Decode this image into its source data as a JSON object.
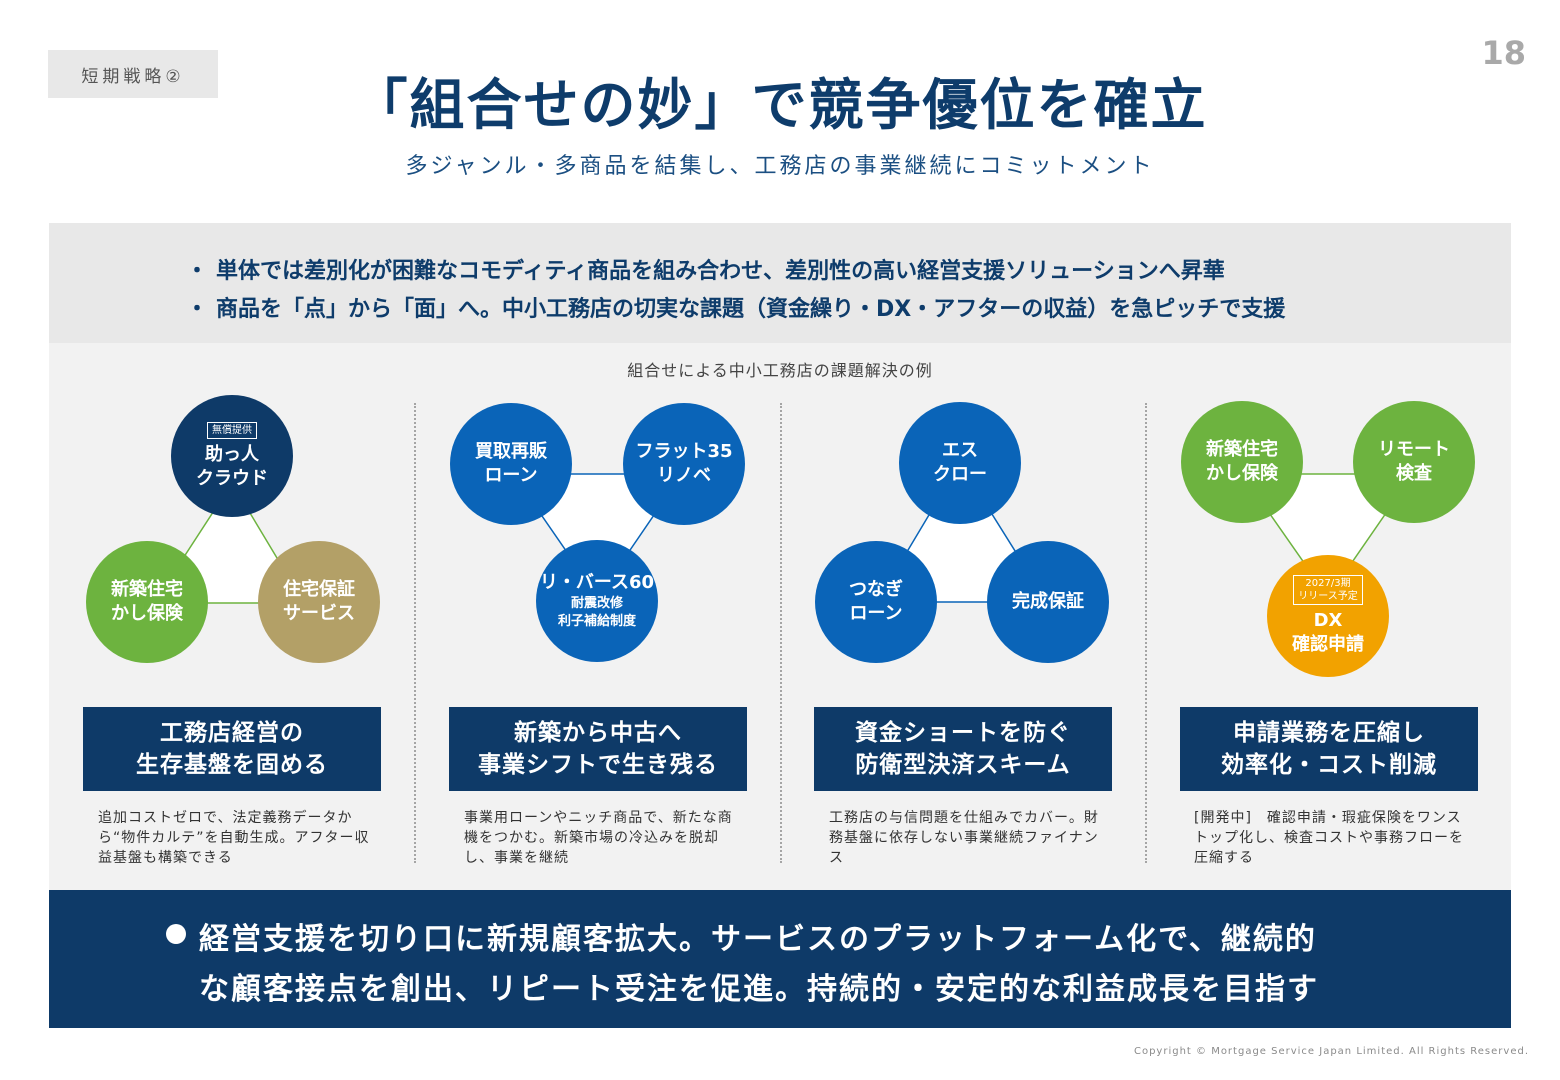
{
  "header": {
    "tag": "短期戦略②",
    "page_number": "18",
    "title": "「組合せの妙」で競争優位を確立",
    "subtitle": "多ジャンル・多商品を結集し、工務店の事業継続にコミットメント"
  },
  "bullets": [
    "単体では差別化が困難なコモディティ商品を組み合わせ、差別性の高い経営支援ソリューションへ昇華",
    "商品を「点」から「面」へ。中小工務店の切実な課題（資金繰り・DX・アフターの収益）を急ピッチで支援"
  ],
  "bullet_symbol": "・",
  "examples_caption": "組合せによる中小工務店の課題解決の例",
  "columns": [
    {
      "nodes": [
        {
          "badge": "無償提供",
          "line1": "助っ人",
          "line2": "クラウド",
          "color": "#0e3a68"
        },
        {
          "line1": "新築住宅",
          "line2": "かし保険",
          "color": "#6db33f"
        },
        {
          "line1": "住宅保証",
          "line2": "サービス",
          "color": "#b3a067"
        }
      ],
      "title_line1": "工務店経営の",
      "title_line2": "生存基盤を固める",
      "desc": "追加コストゼロで、法定義務データから“物件カルテ”を自動生成。アフター収益基盤も構築できる"
    },
    {
      "nodes": [
        {
          "line1": "買取再販",
          "line2": "ローン",
          "color": "#0a64b8"
        },
        {
          "line1": "フラット35",
          "line2": "リノベ",
          "color": "#0a64b8"
        },
        {
          "line1": "リ・バース60",
          "sub1": "耐震改修",
          "sub2": "利子補給制度",
          "color": "#0a64b8"
        }
      ],
      "title_line1": "新築から中古へ",
      "title_line2": "事業シフトで生き残る",
      "desc": "事業用ローンやニッチ商品で、新たな商機をつかむ。新築市場の冷込みを脱却し、事業を継続"
    },
    {
      "nodes": [
        {
          "line1": "エス",
          "line2": "クロー",
          "color": "#0a64b8"
        },
        {
          "line1": "つなぎ",
          "line2": "ローン",
          "color": "#0a64b8"
        },
        {
          "line1": "完成保証",
          "color": "#0a64b8"
        }
      ],
      "title_line1": "資金ショートを防ぐ",
      "title_line2": "防衛型決済スキーム",
      "desc": "工務店の与信問題を仕組みでカバー。財務基盤に依存しない事業継続ファイナンス"
    },
    {
      "nodes": [
        {
          "line1": "新築住宅",
          "line2": "かし保険",
          "color": "#6db33f"
        },
        {
          "line1": "リモート",
          "line2": "検査",
          "color": "#6db33f"
        },
        {
          "badge_line1": "2027/3期",
          "badge_line2": "リリース予定",
          "line1": "DX",
          "line2": "確認申請",
          "color": "#f2a200"
        }
      ],
      "title_line1": "申請業務を圧縮し",
      "title_line2": "効率化・コスト削減",
      "desc": "[開発中]　確認申請・瑕疵保険をワンストップ化し、検査コストや事務フローを圧縮する"
    }
  ],
  "conclusion": {
    "line1": "経営支援を切り口に新規顧客拡大。サービスのプラットフォーム化で、継続的",
    "line2": "な顧客接点を創出、リピート受注を促進。持続的・安定的な利益成長を目指す"
  },
  "copyright": "Copyright © Mortgage Service Japan Limited. All Rights Reserved."
}
